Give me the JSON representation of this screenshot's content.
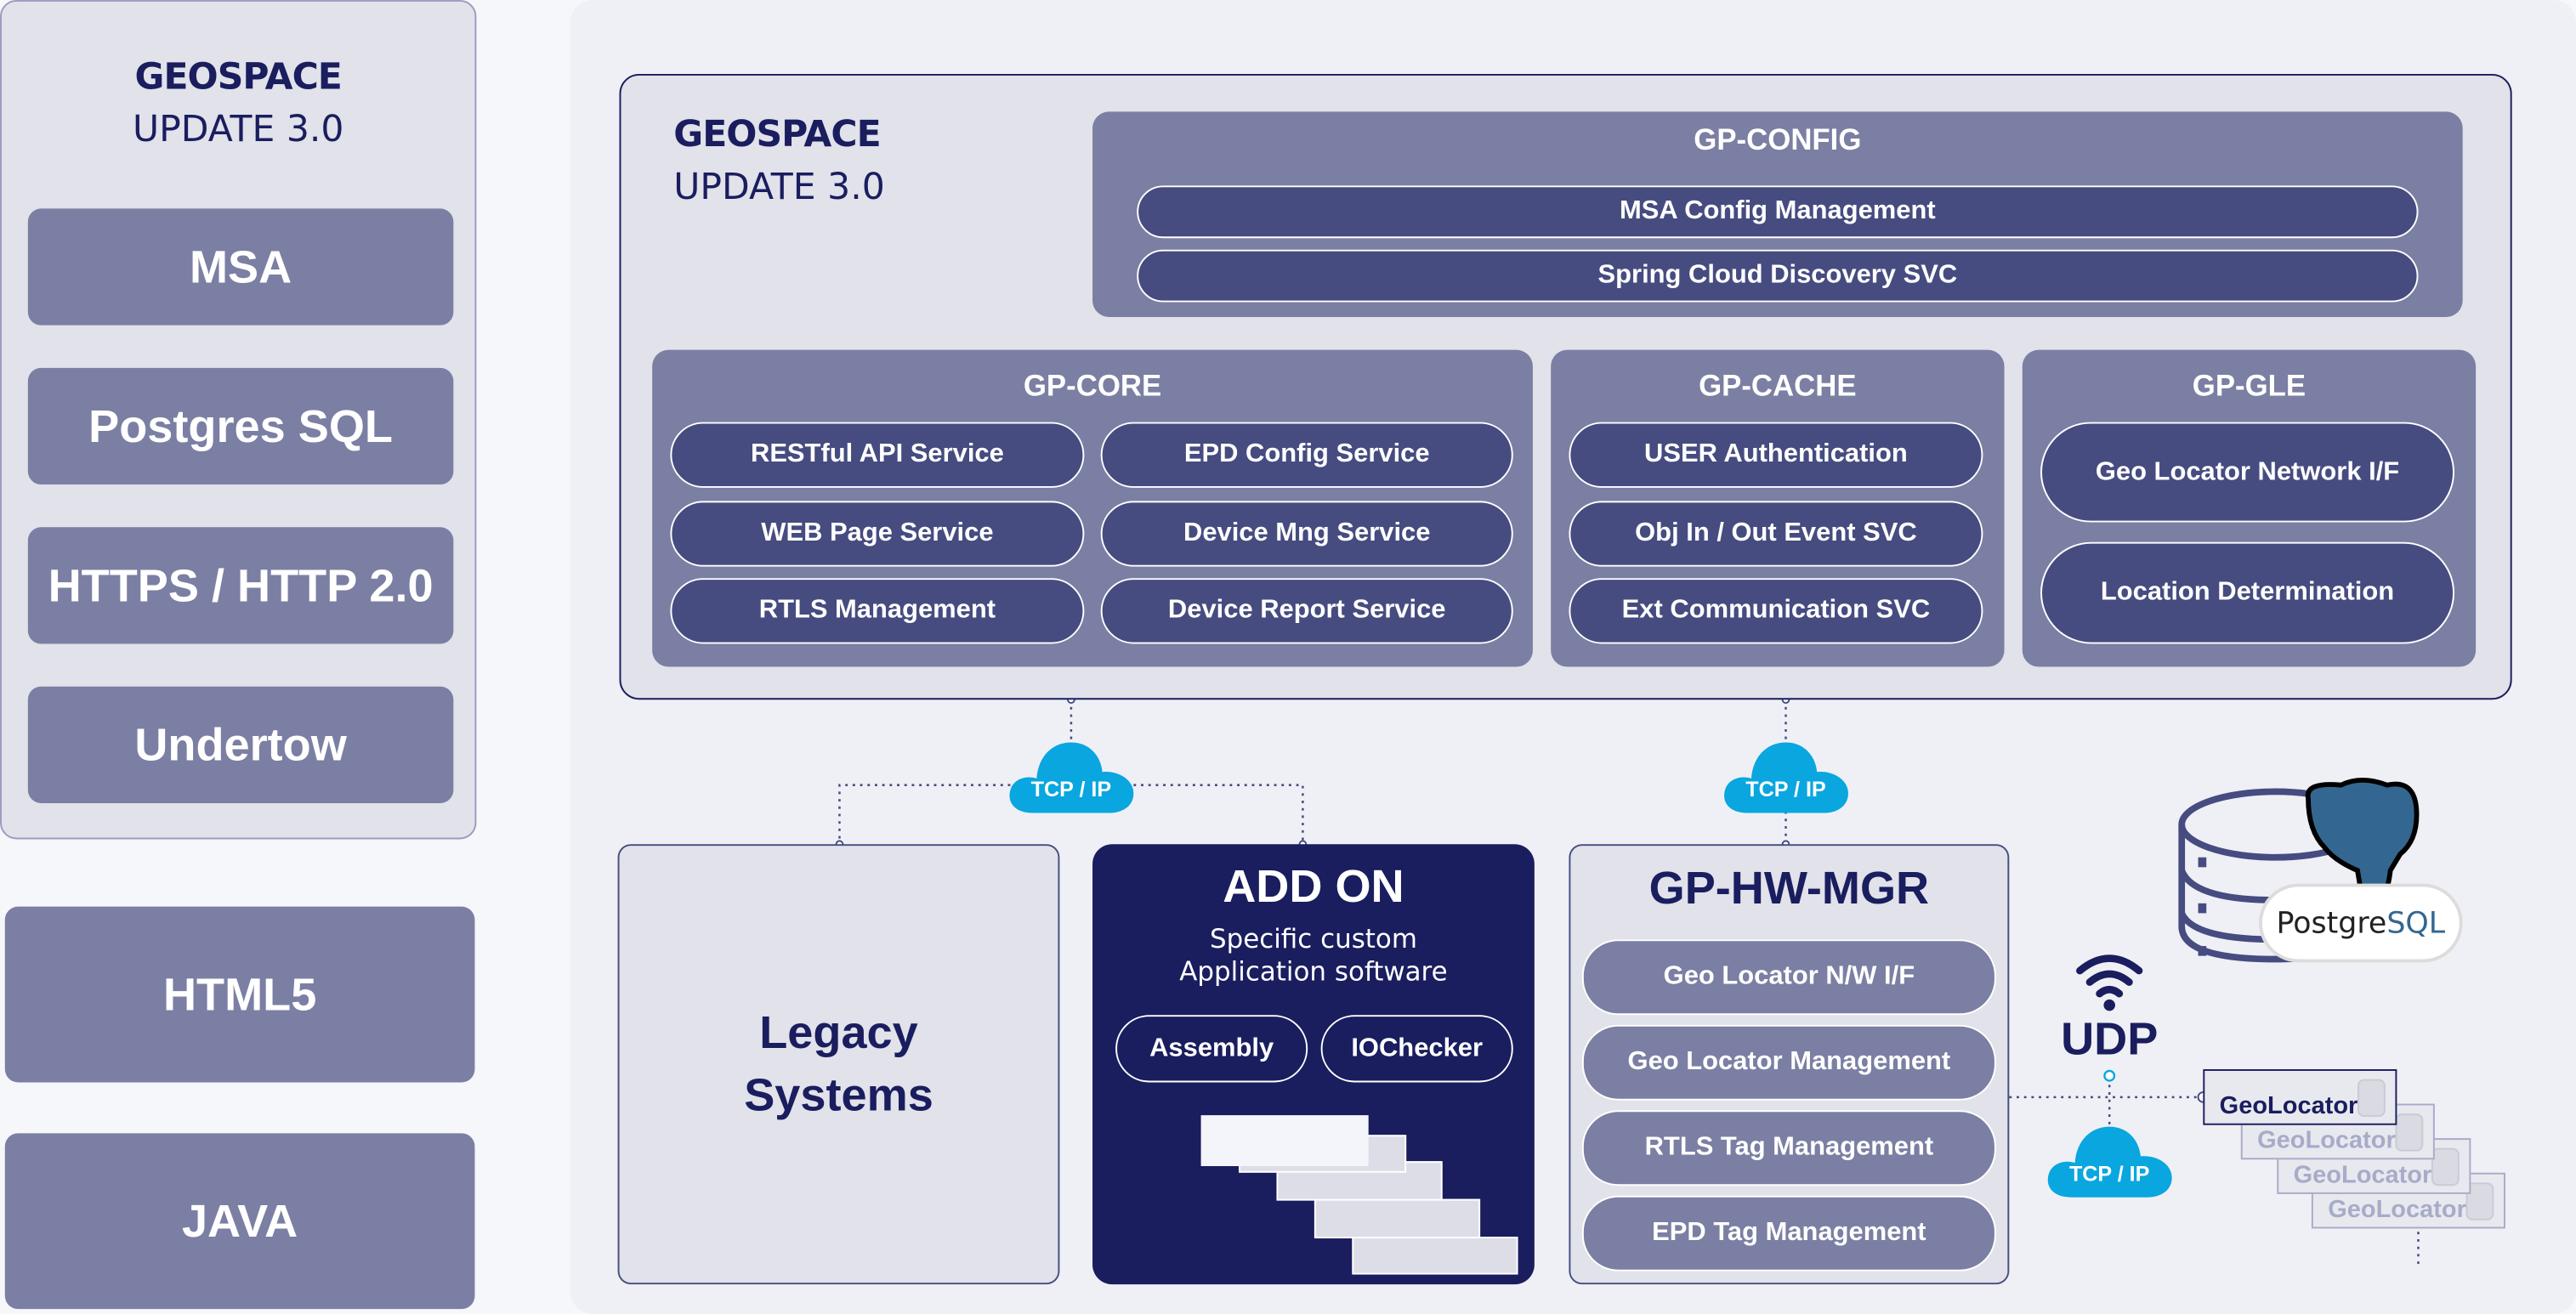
{
  "colors": {
    "navy": "#1a1d5e",
    "group": "#7b7fa3",
    "pill": "#464c80",
    "panel": "#e1e2ea",
    "cloud": "#0aa6e0"
  },
  "sidebar": {
    "brand": "GEOSPACE",
    "version": "UPDATE 3.0",
    "items": [
      "MSA",
      "Postgres SQL",
      "HTTPS / HTTP 2.0",
      "Undertow"
    ]
  },
  "platform": [
    "HTML5",
    "JAVA"
  ],
  "main": {
    "brand": "GEOSPACE",
    "version": "UPDATE 3.0",
    "config": {
      "title": "GP-CONFIG",
      "items": [
        "MSA Config Management",
        "Spring Cloud Discovery SVC"
      ]
    },
    "core": {
      "title": "GP-CORE",
      "items": [
        "RESTful API Service",
        "EPD Config Service",
        "WEB Page Service",
        "Device Mng Service",
        "RTLS Management",
        "Device Report Service"
      ]
    },
    "cache": {
      "title": "GP-CACHE",
      "items": [
        "USER Authentication",
        "Obj In / Out Event SVC",
        "Ext Communication SVC"
      ]
    },
    "gle": {
      "title": "GP-GLE",
      "items": [
        "Geo Locator Network I/F",
        "Location Determination"
      ]
    }
  },
  "network": {
    "tcp_label": "TCP / IP",
    "udp_label": "UDP"
  },
  "legacy": {
    "title_line1": "Legacy",
    "title_line2": "Systems"
  },
  "addon": {
    "title": "ADD ON",
    "desc_line1": "Specific custom",
    "desc_line2": "Application software",
    "items": [
      "Assembly",
      "IOChecker"
    ]
  },
  "hwmgr": {
    "title": "GP-HW-MGR",
    "items": [
      "Geo Locator N/W I/F",
      "Geo Locator Management",
      "RTLS Tag Management",
      "EPD Tag Management"
    ]
  },
  "postgres_logo": {
    "text_a": "Postgre",
    "text_b": "SQL"
  },
  "geolocators": [
    "GeoLocator",
    "GeoLocator",
    "GeoLocator",
    "GeoLocator"
  ]
}
